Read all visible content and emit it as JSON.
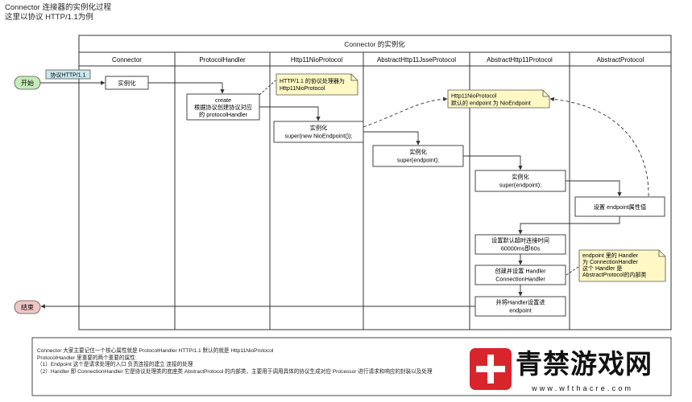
{
  "title": {
    "line1": "Connector 连接器的实例化过程",
    "line2": "这里以协议 HTTP/1.1为例"
  },
  "header": "Connector 的实例化",
  "lanes": [
    "Connector",
    "ProtocolHandler",
    "Http11NioProtocol",
    "AbstractHttp11JsseProtocol",
    "AbstractHttp11Protocol",
    "AbstractProtocol"
  ],
  "terminals": {
    "start": "开始",
    "end": "结束"
  },
  "protocol_label": "协议HTTP/1.1",
  "boxes": {
    "connector_instantiate": [
      "实例化"
    ],
    "create_handler": [
      "create",
      "根据协议创建协议对应",
      "的 protocolHandler"
    ],
    "nio_instantiate": [
      "实例化",
      "super(new NioEndpoint());"
    ],
    "jsse_instantiate": [
      "实例化",
      "super(endpoint);"
    ],
    "http11_instantiate": [
      "实例化",
      "super(endpoint);"
    ],
    "set_endpoint": [
      "设置 endpoint属性值"
    ],
    "set_timeout": [
      "设置默认超时连接时间",
      "60000ms即60s"
    ],
    "create_connection_handler": [
      "创建并设置 Handler",
      "ConnectionHandler"
    ],
    "set_handler_endpoint": [
      "并将Handler设置进",
      "endpoint"
    ]
  },
  "notes": {
    "protocol_processor": [
      "HTTP/1.1 的协议处理器为",
      "Http11NioProtocol"
    ],
    "default_endpoint": [
      "Http11NioProtocol",
      "默认的 endpoint 为 NioEndpoint"
    ],
    "handler_info": [
      "endpoint 里的 Handler",
      "为 ConnectionHandler",
      "这个 Handler 是",
      "AbstractProtocol的内部类"
    ]
  },
  "description": [
    "Connector 大家主要记住一个核心属性就是 ProtocolHandler  HTTP/1.1 默认的就是 Http11NioProtocol",
    "ProtocolHandler 里重要的两个重要的属性:",
    "（1）Endpoint 这个是请求处理的入口 负责连接的建立 连接的处理",
    "（2）Handler 即 ConnectionHandler 它是协议处理类的底座类 AbstractProtocol 的内部类，主要用于调用具体的协议生成对应 Processor 进行请求和响应的封装以及处理"
  ],
  "watermark": {
    "text": "青禁游戏网",
    "url": "www.wfthacre.com"
  },
  "colors": {
    "terminal_green": "#c5ecb7",
    "terminal_red": "#f2c5c5",
    "note_yellow": "#fef8c4",
    "label_blue": "#c9e7ef",
    "line": "#333333",
    "watermark_red": "#d8252c"
  }
}
